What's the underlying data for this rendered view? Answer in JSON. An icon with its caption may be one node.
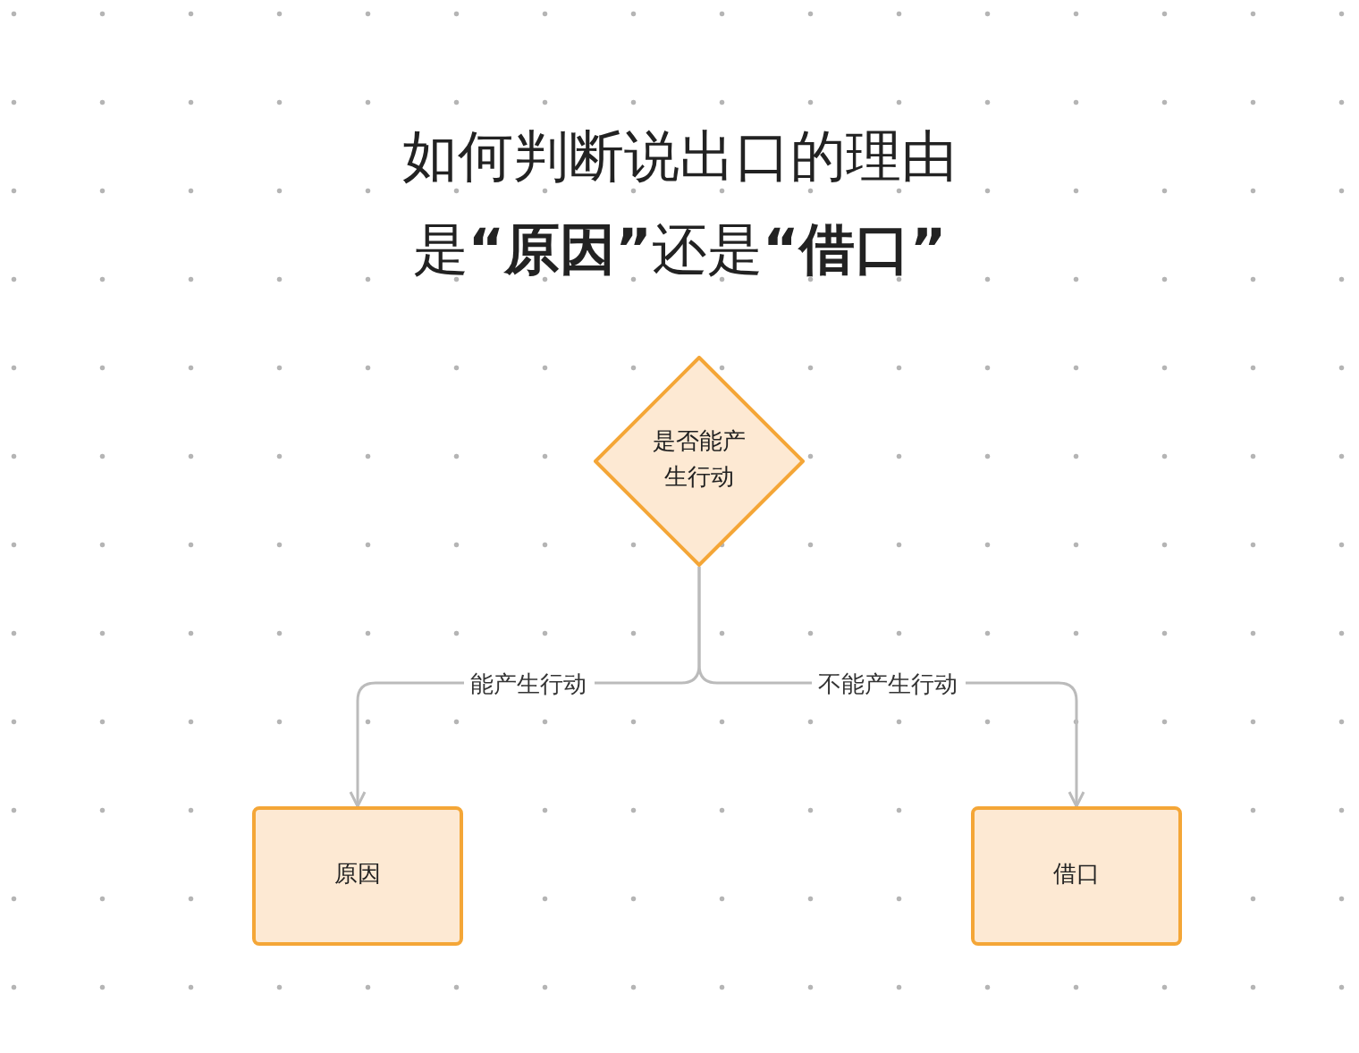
{
  "diagram": {
    "title": "如何判断说出口的理由是**“原因”**还是**“借口”**",
    "nodes": [
      {
        "text": [
          "是否能产生行动"
        ]
      },
      {
        "text": [
          "原因"
        ]
      },
      {
        "text": [
          "借口"
        ]
      }
    ],
    "edges": [
      {
        "from": 0,
        "to": 1,
        "arrow": "to",
        "label": "能产生行动"
      },
      {
        "from": 0,
        "to": 2,
        "arrow": "to",
        "label": "不能产生行动"
      }
    ]
  }
}
